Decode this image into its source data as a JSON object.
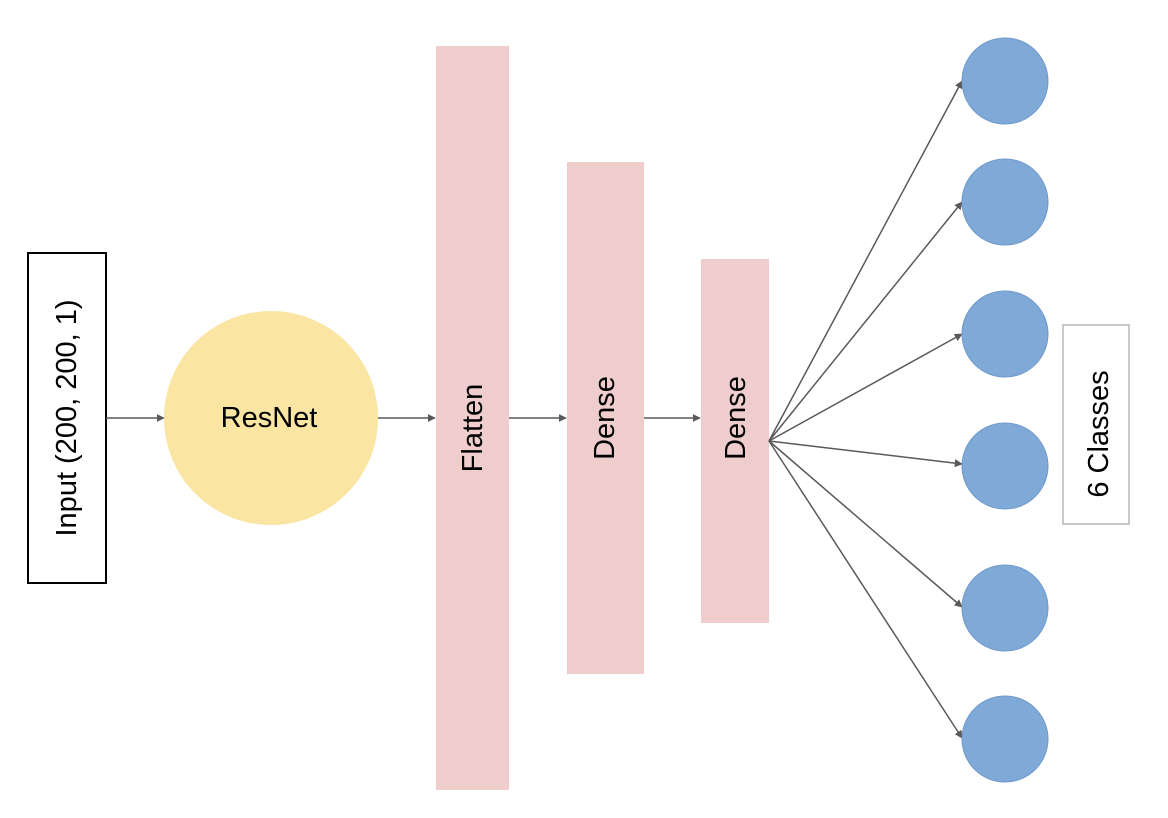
{
  "diagram": {
    "input_label": "Input  (200, 200, 1)",
    "resnet_label": "ResNet",
    "flatten_label": "Flatten",
    "dense1_label": "Dense",
    "dense2_label": "Dense",
    "classes_label": "6 Classes",
    "output_nodes": 6
  },
  "colors": {
    "resnet_fill": "#fae5a3",
    "layer_fill": "#eecdcc",
    "node_fill": "#7faad8",
    "node_stroke": "#6f99c9",
    "arrow": "#595959",
    "input_border": "#000000",
    "classes_border": "#b7b7b7"
  }
}
